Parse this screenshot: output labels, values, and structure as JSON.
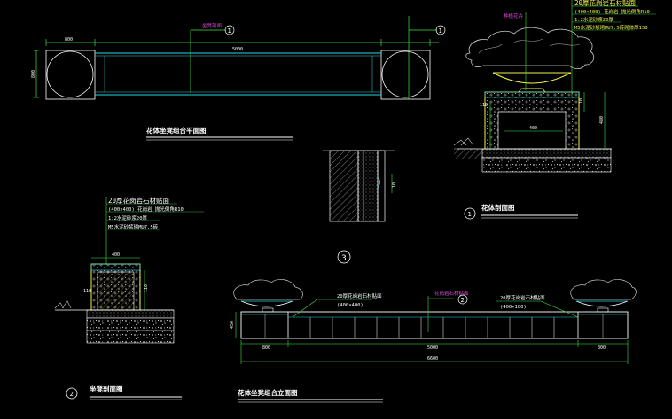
{
  "colors": {
    "background": "#000000",
    "cyan": "#28d7e6",
    "green": "#3ee63e",
    "yellow": "#f2f24a",
    "white": "#ffffff",
    "magenta": "#d84ad8"
  },
  "plan": {
    "title": "花体坐凳组合平面图",
    "dim_top_left": "800",
    "dim_top_mid": "5000",
    "dim_left": "800",
    "callout": "1"
  },
  "planter_section": {
    "title": "花体剖面图",
    "callout": "1",
    "label_top": "种植花卉",
    "notes": [
      "20厚花岗岩石材贴面",
      "(400×400) 花岗岩 抛光倒角R10",
      "1:2水泥砂浆20厚",
      "M5水泥砂浆砌MU7.5砖砌体厚150"
    ],
    "dim_400": "400",
    "dim_110": "110",
    "dim_480": "480",
    "dim_left": "110"
  },
  "detail3": {
    "callout": "3",
    "dim": "10",
    "dim2": "10"
  },
  "bench_section": {
    "title": "坐凳剖面图",
    "callout": "2",
    "notes": [
      "20厚花岗岩石材贴面",
      "(400×400) 花岗岩 抛光倒角R10",
      "1:2水泥砂浆20厚",
      "M5水泥砂浆砌MU7.5砖"
    ],
    "dim_400": "400",
    "dim_110": "110",
    "dim_left": "110"
  },
  "elevation": {
    "title": "花体坐凳组合立面图",
    "note_left": "20厚花岗岩石材贴面",
    "note_left2": "(400×400)",
    "note_mid": "花岗岩石材贴面",
    "note_right": "20厚花岗岩石材贴面",
    "note_right2": "(400×100)",
    "callout": "2",
    "dim_800_left": "800",
    "dim_5000": "5000",
    "dim_800_right": "800",
    "dim_6600": "6600",
    "dim_height": "450"
  }
}
